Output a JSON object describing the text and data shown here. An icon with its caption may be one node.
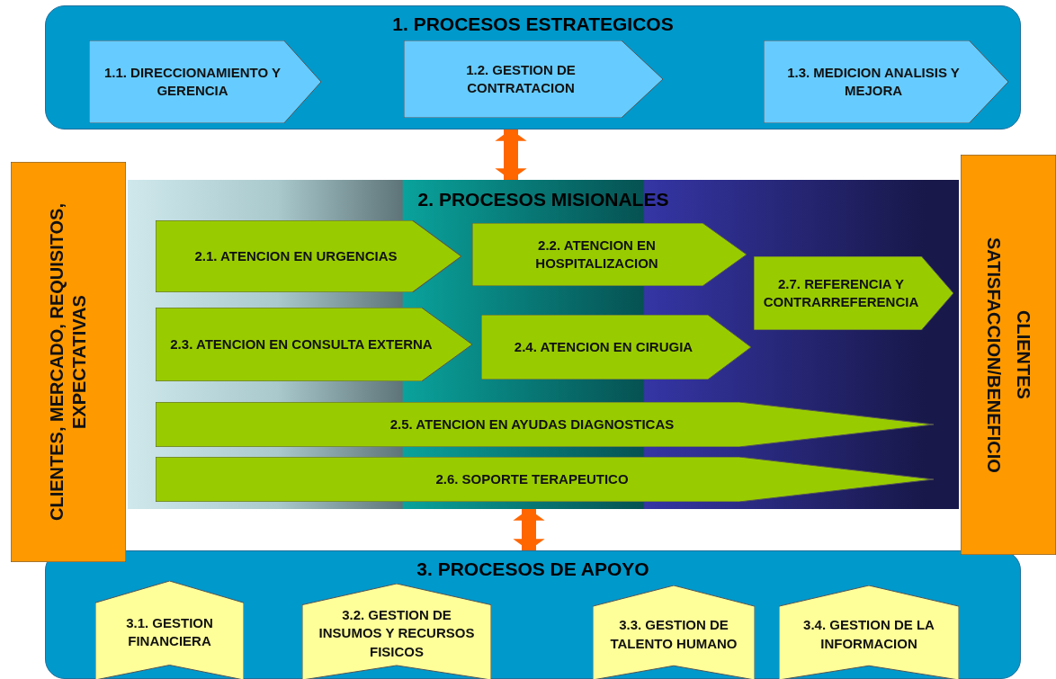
{
  "diagram": {
    "nodes": [
      {
        "text": [
          "1. PROCESOS ESTRATEGICOS"
        ]
      },
      {
        "text": [
          "1.1. DIRECCIONAMIENTO Y GERENCIA"
        ],
        "in": 0
      },
      {
        "text": [
          "1.2. GESTION DE CONTRATACION"
        ],
        "in": 0
      },
      {
        "text": [
          "1.3. MEDICION ANALISIS Y MEJORA"
        ],
        "in": 0
      },
      {
        "text": [
          "CLIENTES, MERCADO, REQUISITOS, EXPECTATIVAS"
        ]
      },
      {
        "text": [
          "2. PROCESOS MISIONALES"
        ]
      },
      {
        "text": [
          "2.1. ATENCION EN URGENCIAS"
        ],
        "in": 5
      },
      {
        "text": [
          "2.2. ATENCION EN HOSPITALIZACION"
        ],
        "in": 5
      },
      {
        "text": [
          "2.3. ATENCION EN CONSULTA EXTERNA"
        ],
        "in": 5
      },
      {
        "text": [
          "2.4. ATENCION EN CIRUGIA"
        ],
        "in": 5
      },
      {
        "text": [
          "2.5. ATENCION EN AYUDAS DIAGNOSTICAS"
        ],
        "in": 5
      },
      {
        "text": [
          "2.6. SOPORTE TERAPEUTICO"
        ],
        "in": 5
      },
      {
        "text": [
          "2.7. REFERENCIA Y CONTRARREFERENCIA"
        ],
        "in": 5
      },
      {
        "text": [
          "CLIENTES",
          "SATISFACCION/BENEFICIO"
        ]
      },
      {
        "text": [
          "3. PROCESOS DE APOYO"
        ]
      },
      {
        "text": [
          "3.1. GESTION FINANCIERA"
        ],
        "in": 14
      },
      {
        "text": [
          "3.2. GESTION DE INSUMOS Y RECURSOS FISICOS"
        ],
        "in": 14
      },
      {
        "text": [
          "3.3. GESTION DE TALENTO HUMANO"
        ],
        "in": 14
      },
      {
        "text": [
          "3.4. GESTION DE LA INFORMACION"
        ],
        "in": 14
      }
    ],
    "edges": [
      {
        "from": 0,
        "to": 5,
        "arrow": "both",
        "color": "#ff6600"
      },
      {
        "from": 5,
        "to": 14,
        "arrow": "both",
        "color": "#ff6600"
      }
    ]
  }
}
